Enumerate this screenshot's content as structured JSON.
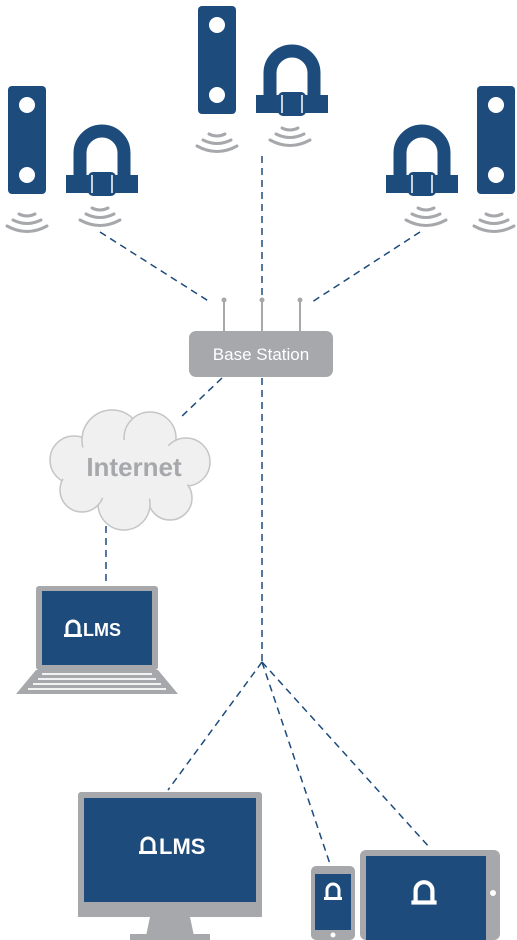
{
  "base_station": {
    "label": "Base Station"
  },
  "cloud": {
    "label": "Internet"
  },
  "laptop": {
    "app_label": "LMS"
  },
  "monitor": {
    "app_label": "LMS"
  },
  "colors": {
    "device_blue": "#1d4b7c",
    "gray": "#a6a8ab",
    "dash": "#1d4b7c",
    "white": "#ffffff"
  },
  "icons": {
    "load_cell": "load-cell-icon",
    "shackle": "shackle-icon",
    "signal": "wireless-signal-icon",
    "laptop": "laptop-icon",
    "monitor": "monitor-icon",
    "phone": "phone-icon",
    "tablet": "tablet-icon",
    "cloud": "cloud-icon",
    "router": "router-icon"
  }
}
